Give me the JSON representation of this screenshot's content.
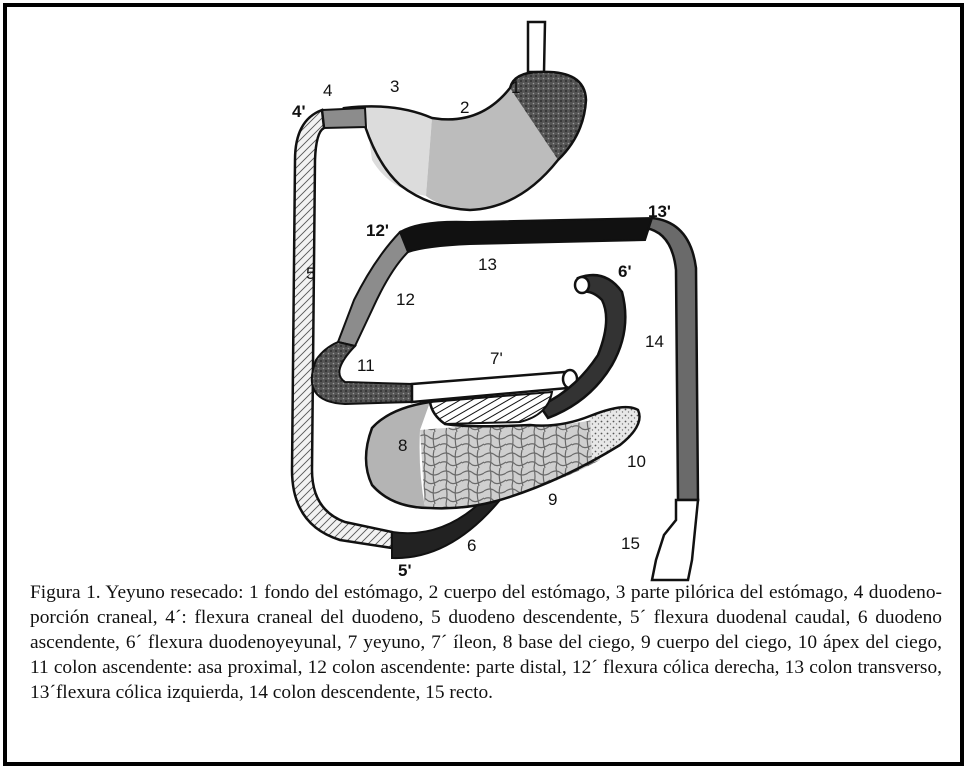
{
  "figure": {
    "labels": {
      "l1": "1",
      "l2": "2",
      "l3": "3",
      "l4": "4",
      "l4p": "4'",
      "l5": "5",
      "l5p": "5'",
      "l6": "6",
      "l6p": "6'",
      "l7p": "7'",
      "l8": "8",
      "l9": "9",
      "l10": "10",
      "l11": "11",
      "l12": "12",
      "l12p": "12'",
      "l13": "13",
      "l13p": "13'",
      "l14": "14",
      "l15": "15"
    },
    "caption": "Figura 1. Yeyuno resecado: 1 fondo del estómago, 2 cuerpo del estómago, 3 parte pilórica del estómago, 4 duodeno-porción craneal, 4´: flexura craneal del duodeno, 5 duodeno descendente, 5´ flexura duodenal caudal, 6 duodeno ascendente, 6´ flexura duodenoyeyunal, 7 yeyuno, 7´ íleon, 8 base del ciego, 9 cuerpo del ciego, 10 ápex del ciego, 11 colon ascendente: asa proximal, 12 colon ascendente: parte distal, 12´ flexura cólica derecha, 13 colon transverso, 13´flexura cólica izquierda, 14 colon descendente, 15 recto."
  },
  "colors": {
    "frame": "#000000",
    "dark_gray": "#555555",
    "mid_gray": "#8f8f8f",
    "light_gray": "#bdbdbd",
    "very_light_gray": "#dedede",
    "black": "#111111"
  }
}
